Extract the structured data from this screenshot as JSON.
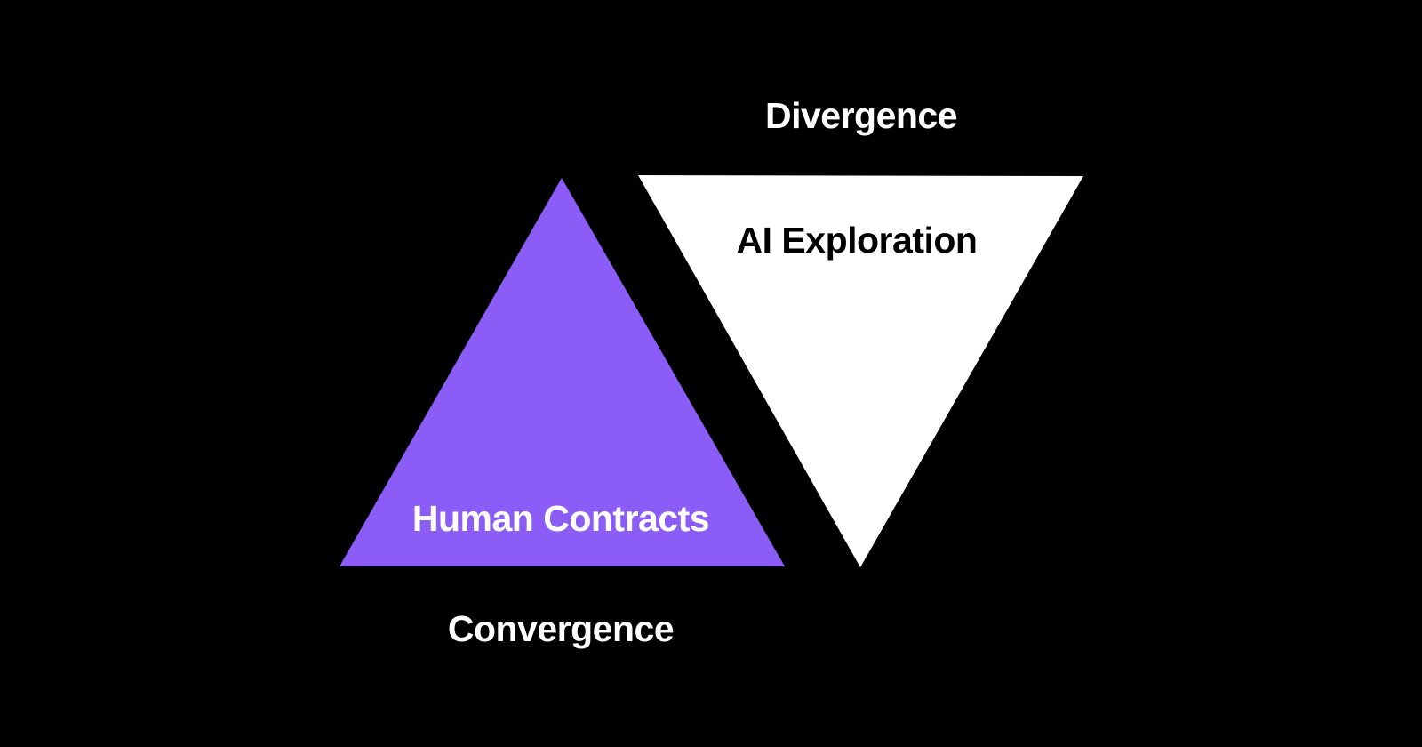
{
  "diagram": {
    "background_color": "#000000",
    "axis_labels": {
      "top": "Divergence",
      "bottom": "Convergence"
    },
    "triangles": [
      {
        "label": "Human Contracts",
        "orientation": "up",
        "fill_color": "#8B5CF6",
        "label_color": "#FFFFFF"
      },
      {
        "label": "AI Exploration",
        "orientation": "down",
        "fill_color": "#FFFFFF",
        "label_color": "#000000"
      }
    ]
  }
}
